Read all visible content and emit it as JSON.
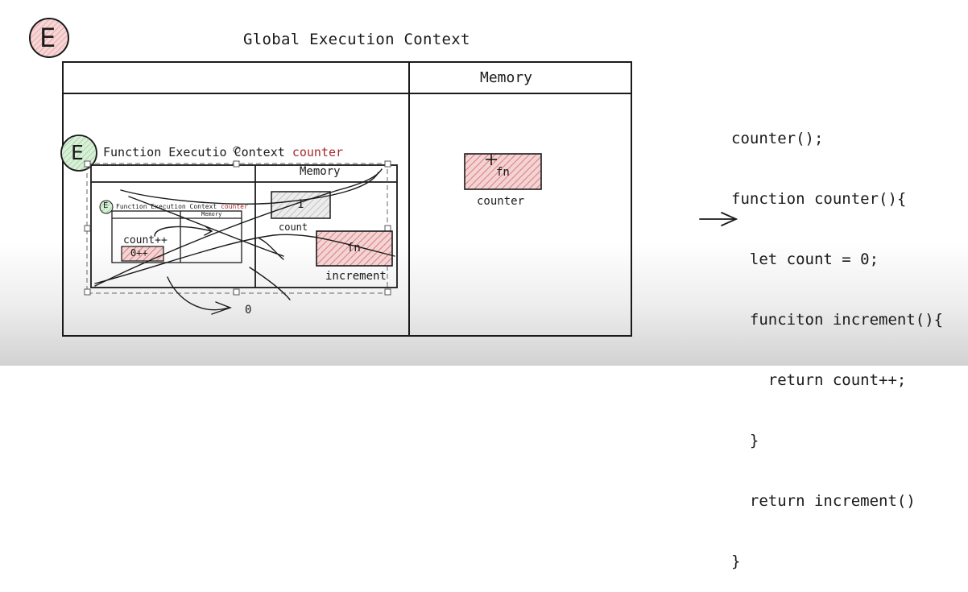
{
  "badges": {
    "global": "E",
    "function": "E",
    "inner": "E"
  },
  "global_context": {
    "title": "Global Execution Context",
    "memory_header": "Memory",
    "memory_value": "fn",
    "memory_label": "counter"
  },
  "function_context": {
    "title_prefix": "Function Executio",
    "title_suffix": " Context",
    "title_name": "counter",
    "memory_header": "Memory",
    "count_value": "1",
    "count_label": "count",
    "increment_value": "fn",
    "increment_label": "increment",
    "below_value": "0"
  },
  "inner_context": {
    "title_prefix": "Function Execution Context",
    "title_name": "counter",
    "memory_header": "Memory",
    "expr": "count++",
    "value": "0++"
  },
  "code": {
    "lines": [
      "counter();",
      "function counter(){",
      "  let count = 0;",
      "  funciton increment(){",
      "    return count++;",
      "  }",
      "  return increment()",
      "}"
    ]
  },
  "colors": {
    "badge_red": "#f2b8b8",
    "badge_green": "#c6e8c6",
    "hatch_red": "#d46a6a",
    "hatch_gray": "#a0a0a0",
    "accent_red": "#a8282c"
  }
}
